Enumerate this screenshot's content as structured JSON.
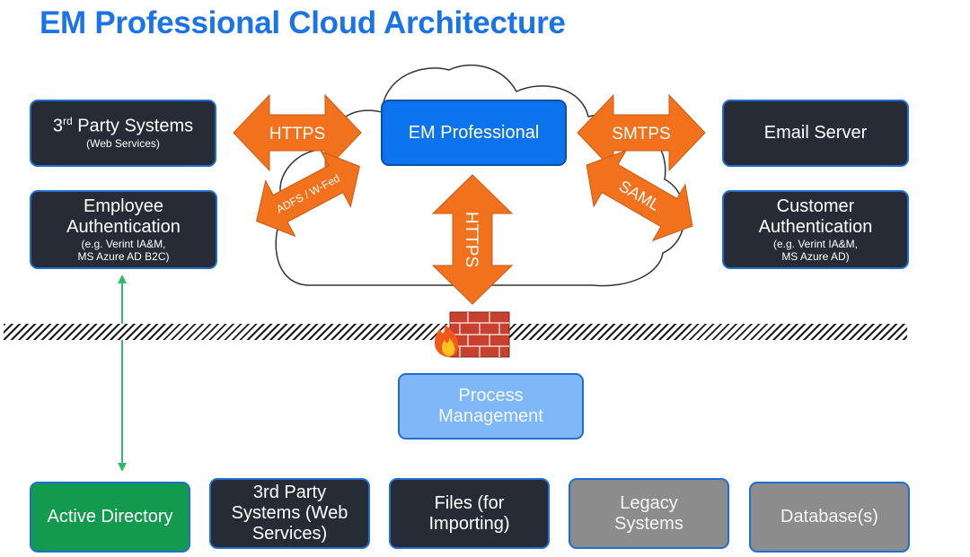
{
  "title": "EM Professional Cloud Architecture",
  "top_left": {
    "third_party_prefix": "3",
    "third_party_sup": "rd",
    "third_party_rest": " Party Systems",
    "third_party_sub": "(Web Services)",
    "employee_auth": "Employee Authentication",
    "employee_auth_sub1": "(e.g. Verint IA&M,",
    "employee_auth_sub2": "MS Azure AD B2C)"
  },
  "center": {
    "em_professional": "EM Professional",
    "process_management": "Process Management"
  },
  "top_right": {
    "email_server": "Email Server",
    "customer_auth": "Customer Authentication",
    "customer_auth_sub1": "(e.g. Verint IA&M,",
    "customer_auth_sub2": "MS Azure AD)"
  },
  "arrows": {
    "https_left": "HTTPS",
    "adfs": "ADFS / W-Fed",
    "https_down": "HTTPS",
    "smtps": "SMTPS",
    "saml": "SAML"
  },
  "bottom": {
    "active_directory": "Active Directory",
    "third_party_ws": "3rd Party Systems (Web Services)",
    "files": "Files (for Importing)",
    "legacy": "Legacy Systems",
    "database": "Database(s)"
  },
  "colors": {
    "title": "#1a73e8",
    "arrow": "#f2711c",
    "dark_box": "#262b36",
    "em_box": "#0b73ee",
    "process_box": "#7fb7f8",
    "active_directory": "#139a4e",
    "gray_box": "#8c8c8c",
    "connector": "#2ebd6b"
  },
  "icons": [
    "cloud-icon",
    "firewall-icon",
    "fire-icon"
  ]
}
